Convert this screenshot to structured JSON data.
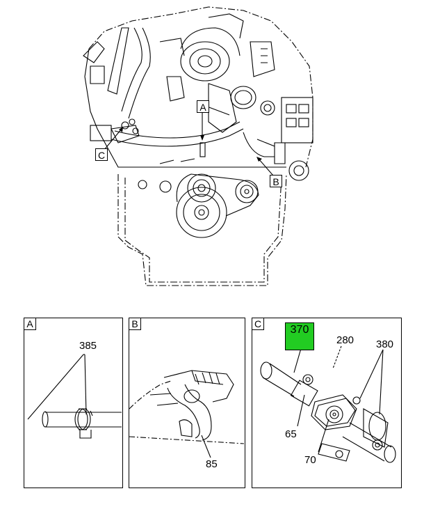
{
  "main_view": {
    "callouts": {
      "a": "A",
      "b": "B",
      "c": "C"
    }
  },
  "detail_a": {
    "tag": "A",
    "parts": [
      "385"
    ]
  },
  "detail_b": {
    "tag": "B",
    "parts": [
      "85"
    ]
  },
  "detail_c": {
    "tag": "C",
    "parts": [
      "370",
      "280",
      "380",
      "65",
      "70"
    ],
    "highlight_color": "#22cc22"
  }
}
